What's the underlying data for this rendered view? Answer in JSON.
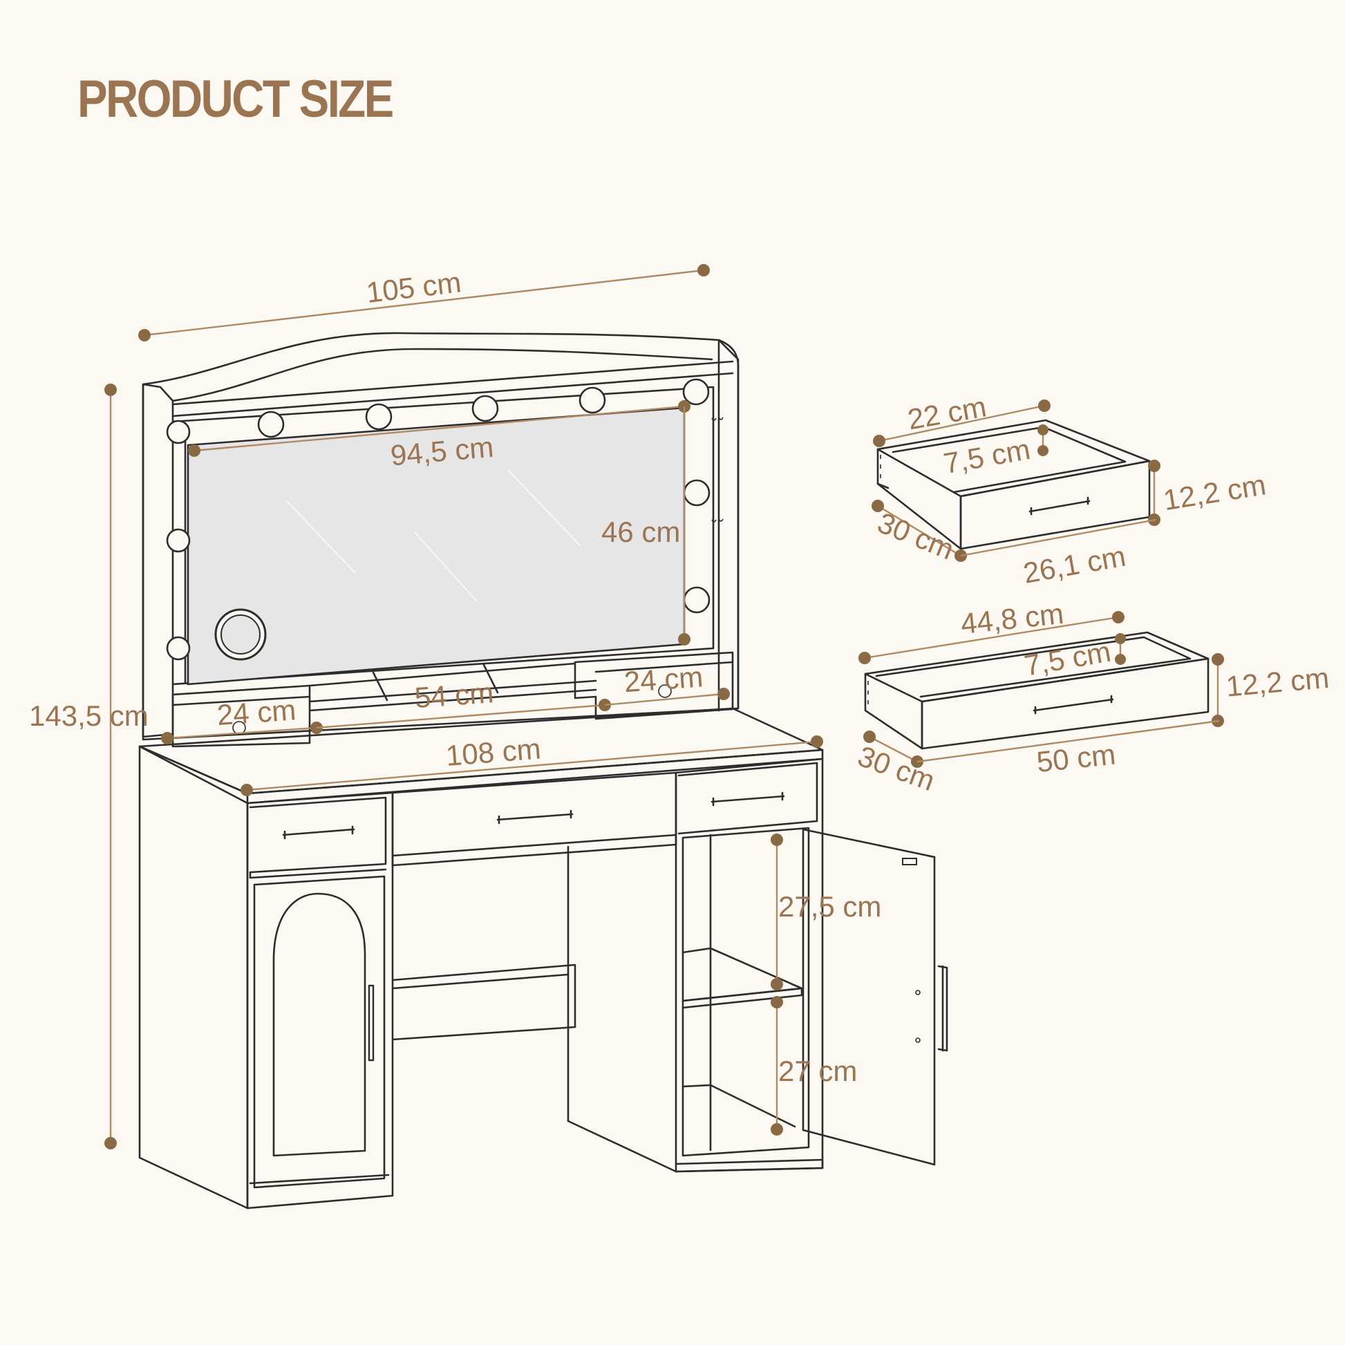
{
  "title": "PRODUCT SIZE",
  "colors": {
    "accent": "#9b7552",
    "dimension_line": "#b08a63",
    "dot": "#8a6a45",
    "outline": "#2d2d2d",
    "background": "#fcf9f3",
    "mirror": "#e6e6e6"
  },
  "vanity": {
    "overall_width": "105 cm",
    "overall_height": "143,5 cm",
    "mirror_width": "94,5 cm",
    "mirror_height": "46 cm",
    "left_drawer_width": "24 cm",
    "center_shelf_width": "54 cm",
    "right_drawer_width": "24 cm",
    "desk_width": "108 cm",
    "cabinet_upper_height": "27,5 cm",
    "cabinet_lower_height": "27 cm"
  },
  "small_drawer": {
    "width_back": "22 cm",
    "inner_height": "7,5 cm",
    "height": "12,2 cm",
    "depth": "30 cm",
    "front_width": "26,1 cm"
  },
  "large_drawer": {
    "width_back": "44,8 cm",
    "inner_height": "7,5 cm",
    "height": "12,2 cm",
    "depth": "30 cm",
    "front_width": "50 cm"
  }
}
